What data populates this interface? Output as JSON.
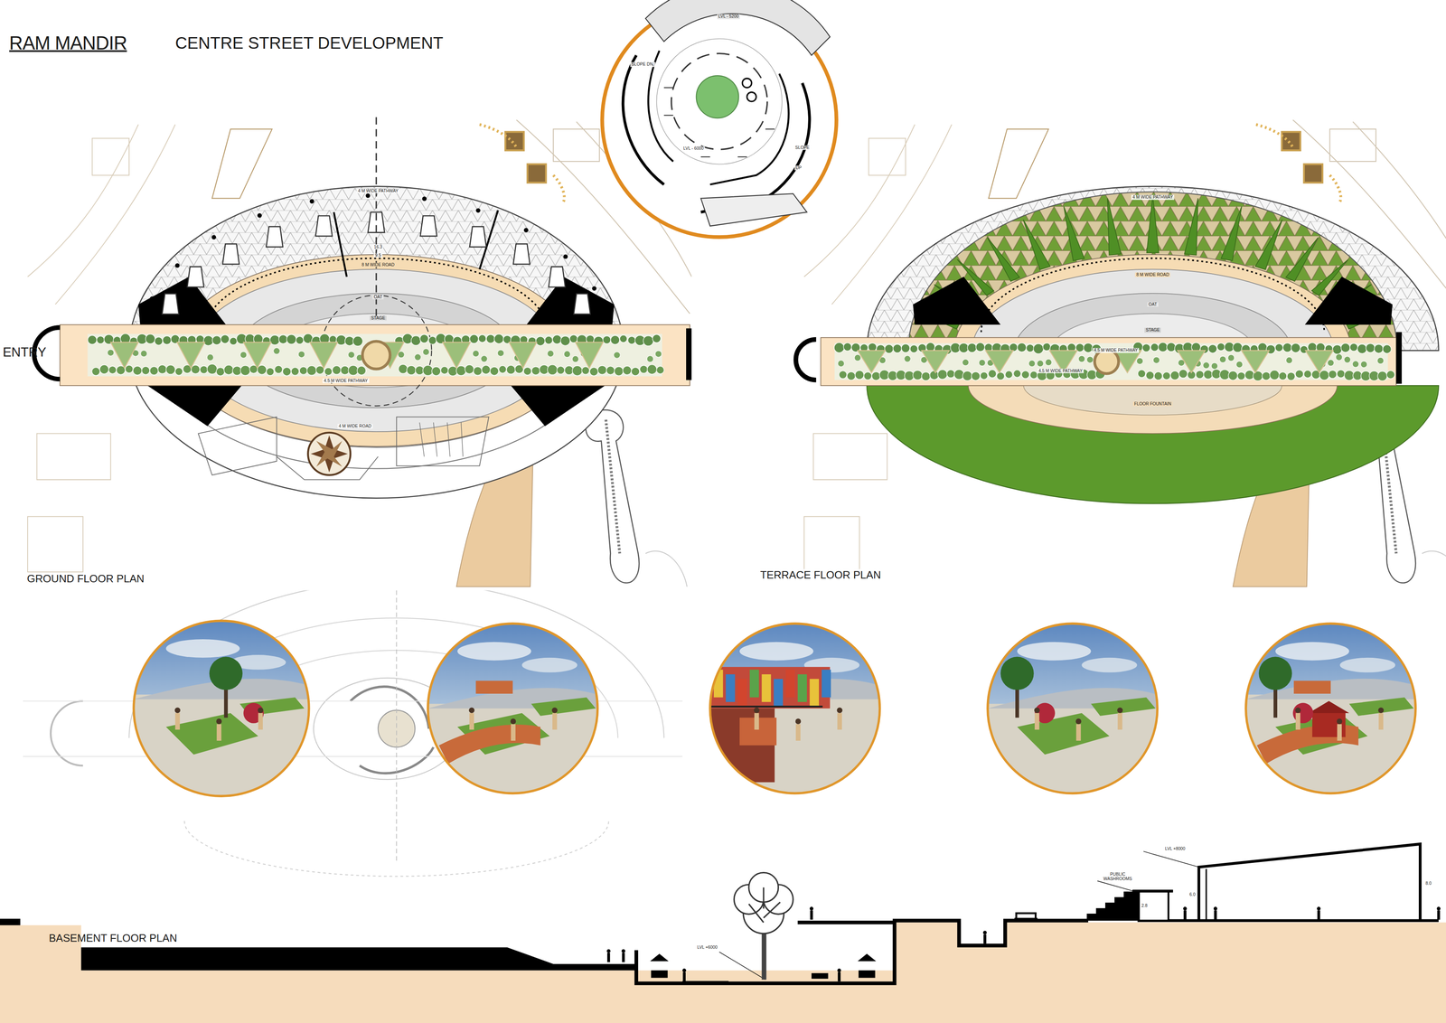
{
  "diagram": {
    "title": "RAM MANDIR",
    "labels": [
      "CENTRE STREET DEVELOPMENT",
      "ENTRY",
      "GROUND FLOOR PLAN",
      "TERRACE FLOOR PLAN",
      "BASEMENT FLOOR PLAN",
      "LVL - 5200",
      "SLOPE DN.",
      "LVL - 6000",
      "SLOPE",
      "UP",
      "4 M WIDE PATHWAY",
      "16.3",
      "9.5",
      "8 M WIDE ROAD",
      "OAT",
      "STAGE",
      "4.5 M WIDE PATHWAY",
      "4 M WIDE ROAD",
      "4 M WIDE PATHWAY",
      "8 M WIDE ROAD",
      "OAT",
      "STAGE",
      "4.5 M WIDE PATHWAY",
      "4.5 M WIDE PATHWAY",
      "FLOOR FOUNTAIN",
      "LVL +8000",
      "PUBLIC WASHROOMS",
      "2.8",
      "6.0",
      "8.0",
      "LVL +6000"
    ]
  }
}
